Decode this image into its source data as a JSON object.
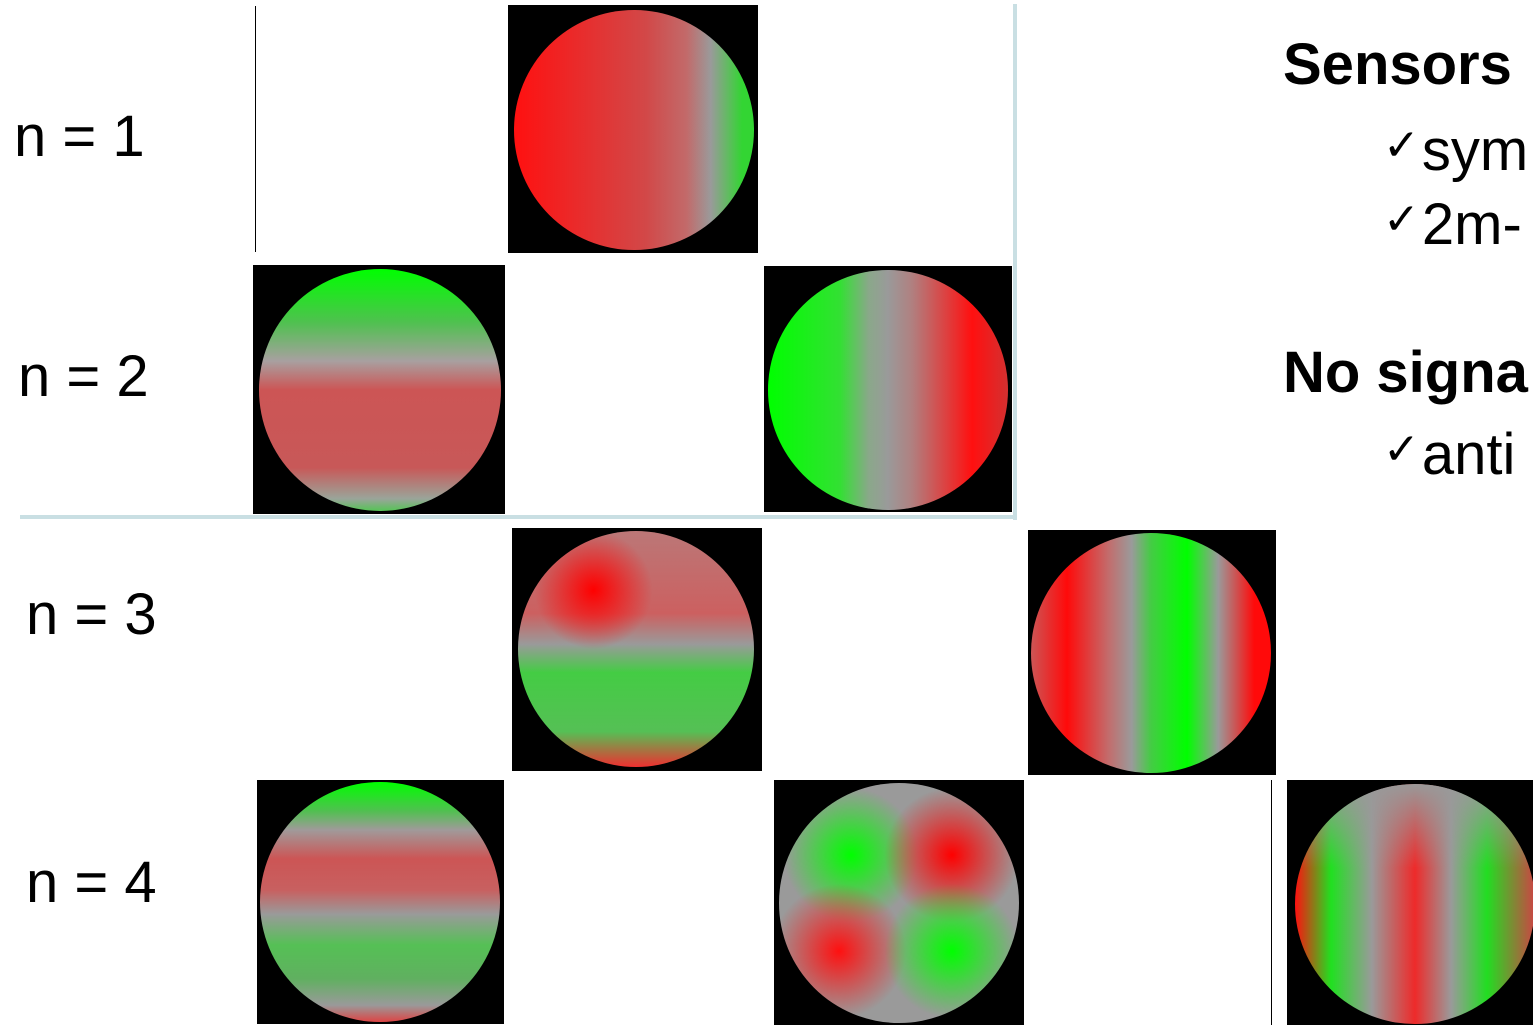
{
  "rows": [
    {
      "label": "n = 1"
    },
    {
      "label": "n = 2"
    },
    {
      "label": "n = 3"
    },
    {
      "label": "n = 4"
    }
  ],
  "panel": {
    "heading1": "Sensors",
    "bullet1": "sym",
    "bullet2": "2m-",
    "heading2": "No signa",
    "bullet3": "anti",
    "check_glyph": "✓"
  },
  "colors": {
    "positive": "#ff0000",
    "negative": "#00ff00",
    "neutral": "#999999",
    "separator": "#c9dfe3"
  }
}
